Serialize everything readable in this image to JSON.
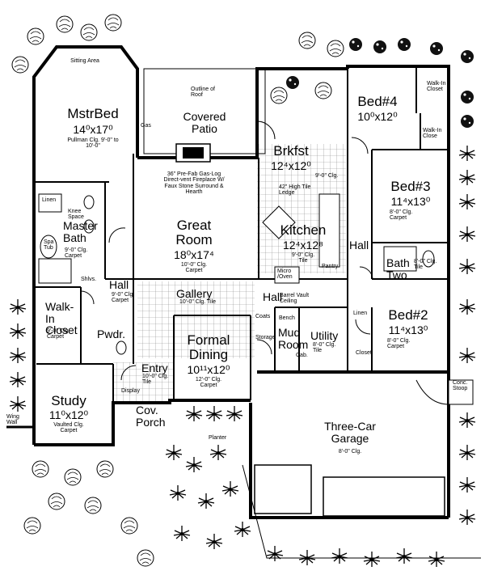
{
  "rooms": {
    "mstr_bed": {
      "name": "MstrBed",
      "size": "14⁰x17⁰",
      "note": "Pullman Clg. 9'-0\" to 10'-0\""
    },
    "sitting_area": "Sitting Area",
    "covered_patio": {
      "name": "Covered Patio",
      "outline_note": "Outline of Roof",
      "gas": "Gas"
    },
    "brkfst": {
      "name": "Brkfst",
      "size": "12⁴x12⁰",
      "note": "9'-0\" Clg.",
      "ledge": "42\" High Tile Ledge"
    },
    "bed4": {
      "name": "Bed#4",
      "size": "10⁰x12⁰"
    },
    "walk_in_closet_top": "Walk-In Closet",
    "walk_in_close": "Walk-In Close",
    "bed3": {
      "name": "Bed#3",
      "size": "11⁴x13⁰",
      "note": "8'-0\" Clg. Carpet"
    },
    "fireplace_note": "36\" Pre-Fab Gas-Log Direct-vent Fireplace W/ Faux Stone Surround & Hearth",
    "great_room": {
      "name": "Great Room",
      "size": "18⁰x17⁴",
      "note": "10'-0\" Clg. Carpet"
    },
    "kitchen": {
      "name": "Kitchen",
      "size": "12⁴x12⁸",
      "note": "9'-0\" Clg. Tile"
    },
    "pantry": "Pantry",
    "micro_oven": "Micro /Oven",
    "master_bath": {
      "name": "Master Bath",
      "note": "9'-0\" Clg. Carpet"
    },
    "knee_space": "Knee Space",
    "linen": "Linen",
    "spa_tub": "Spa Tub",
    "shlvs": "Shlvs.",
    "hall_left": {
      "name": "Hall",
      "note": "9'-0\" Clg. Carpet"
    },
    "hall_right": "Hall",
    "bath_two": {
      "name": "Bath Two",
      "note": "8'-0\" Clg. Tile"
    },
    "gallery": {
      "name": "Gallery",
      "note": "10'-0\" Clg. Tile"
    },
    "hall_mid": "Hall",
    "barrel_vault": "Barrel Vault Ceiling",
    "bench": "Bench",
    "coats": "Coats",
    "mud_room": "Mud Room",
    "storage": "Storage",
    "utility": {
      "name": "Utility",
      "note": "8'-0\" Clg. Tile"
    },
    "cab": "Cab.",
    "linen_right": "Linen",
    "bed2": {
      "name": "Bed#2",
      "size": "11⁴x13⁰",
      "note": "8'-0\" Clg. Carpet"
    },
    "closet": "Closet",
    "walk_in_closet": {
      "name": "Walk-In Closet",
      "note": "9'-0\" Clg. Carpet"
    },
    "pwdr": "Pwdr.",
    "formal_dining": {
      "name": "Formal Dining",
      "size": "10¹¹x12⁰",
      "note": "12'-0\" Clg. Carpet"
    },
    "entry": {
      "name": "Entry",
      "note": "10'-0\" Clg. Tile"
    },
    "display": "Display",
    "study": {
      "name": "Study",
      "size": "11⁰x12⁰",
      "note": "Vaulted Clg. Carpet"
    },
    "wing_wall": "Wing Wall",
    "cov_porch": "Cov. Porch",
    "planter": "Planter",
    "garage": {
      "name": "Three-Car Garage",
      "note": "8'-0\" Clg."
    },
    "conc_stoop": "Conc. Stoop"
  }
}
